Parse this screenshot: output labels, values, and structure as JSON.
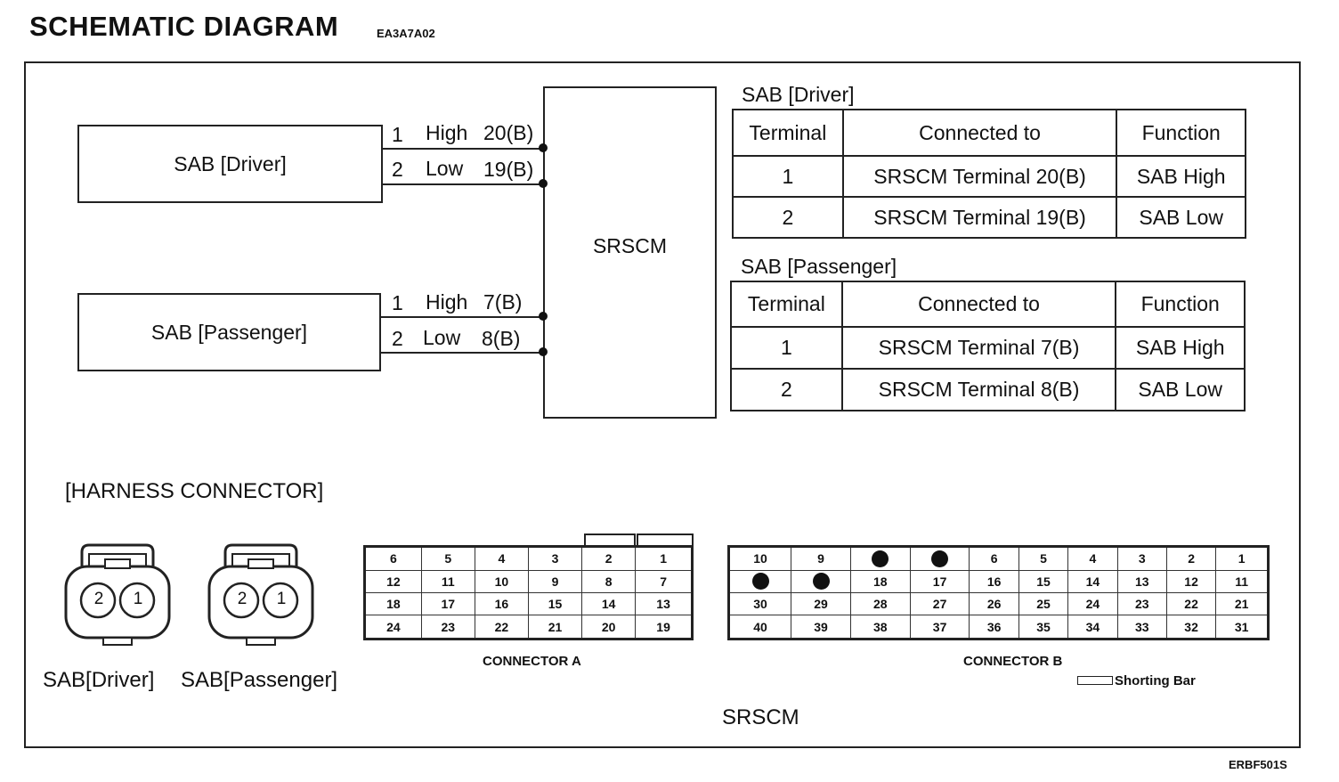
{
  "header": {
    "title": "SCHEMATIC  DIAGRAM",
    "code": "EA3A7A02"
  },
  "schematic": {
    "module_label": "SRSCM",
    "driver": {
      "label": "SAB [Driver]",
      "wires": [
        {
          "pin": "1",
          "name": "High",
          "terminal": "20(B)"
        },
        {
          "pin": "2",
          "name": "Low",
          "terminal": "19(B)"
        }
      ]
    },
    "passenger": {
      "label": "SAB [Passenger]",
      "wires": [
        {
          "pin": "1",
          "name": "High",
          "terminal": "7(B)"
        },
        {
          "pin": "2",
          "name": "Low",
          "terminal": "8(B)"
        }
      ]
    }
  },
  "tables": {
    "driver": {
      "title": "SAB [Driver]",
      "headers": [
        "Terminal",
        "Connected to",
        "Function"
      ],
      "rows": [
        [
          "1",
          "SRSCM Terminal 20(B)",
          "SAB High"
        ],
        [
          "2",
          "SRSCM Terminal 19(B)",
          "SAB Low"
        ]
      ]
    },
    "passenger": {
      "title": "SAB [Passenger]",
      "headers": [
        "Terminal",
        "Connected to",
        "Function"
      ],
      "rows": [
        [
          "1",
          "SRSCM Terminal 7(B)",
          "SAB High"
        ],
        [
          "2",
          "SRSCM Terminal 8(B)",
          "SAB Low"
        ]
      ]
    }
  },
  "harness": {
    "title": "[HARNESS CONNECTOR]",
    "plug_driver": {
      "label": "SAB[Driver]",
      "pins": [
        "2",
        "1"
      ]
    },
    "plug_passenger": {
      "label": "SAB[Passenger]",
      "pins": [
        "2",
        "1"
      ]
    },
    "connector_a": {
      "label": "CONNECTOR A",
      "rows": [
        [
          "6",
          "5",
          "4",
          "3",
          "2",
          "1"
        ],
        [
          "12",
          "11",
          "10",
          "9",
          "8",
          "7"
        ],
        [
          "18",
          "17",
          "16",
          "15",
          "14",
          "13"
        ],
        [
          "24",
          "23",
          "22",
          "21",
          "20",
          "19"
        ]
      ]
    },
    "connector_b": {
      "label": "CONNECTOR B",
      "rows": [
        [
          "10",
          "9",
          "",
          "",
          "6",
          "5",
          "4",
          "3",
          "2",
          "1"
        ],
        [
          "",
          "",
          "18",
          "17",
          "16",
          "15",
          "14",
          "13",
          "12",
          "11"
        ],
        [
          "30",
          "29",
          "28",
          "27",
          "26",
          "25",
          "24",
          "23",
          "22",
          "21"
        ],
        [
          "40",
          "39",
          "38",
          "37",
          "36",
          "35",
          "34",
          "33",
          "32",
          "31"
        ]
      ],
      "filled_pins": [
        [
          0,
          2
        ],
        [
          0,
          3
        ],
        [
          1,
          0
        ],
        [
          1,
          1
        ]
      ]
    },
    "legend": {
      "shorting_bar": "Shorting Bar"
    },
    "module_label": "SRSCM"
  },
  "footer": {
    "code": "ERBF501S"
  }
}
